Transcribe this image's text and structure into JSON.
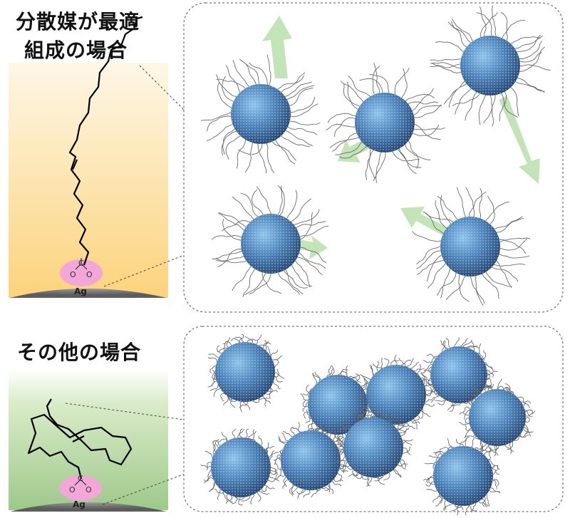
{
  "labels": {
    "title_optimal_line1": "分散媒が最適",
    "title_optimal_line2": "組成の場合",
    "title_other": "その他の場合",
    "substrate_top": "Ag",
    "substrate_bottom": "Ag",
    "carboxylate_carbon": "C",
    "carboxylate_oxygen": "O"
  },
  "colors": {
    "panel_top_gradient": [
      "#fdf7e6",
      "#fcd37c"
    ],
    "panel_bottom_gradient": [
      "#ffffff",
      "#cde3b8",
      "#9ec98a"
    ],
    "carboxylate_blob": "#f2a7d8",
    "nanoparticle": "#4f86bd",
    "arrow": "#b9dfaa",
    "ligand": "#666666"
  }
}
